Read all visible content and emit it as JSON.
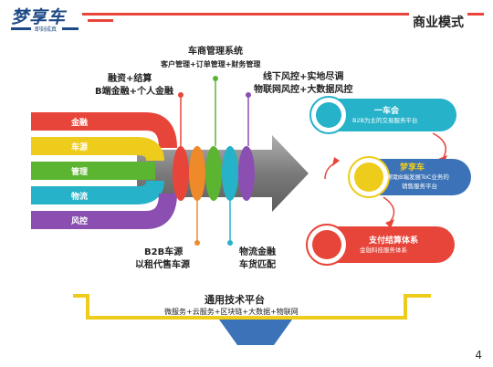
{
  "header": {
    "logo": "梦享车",
    "logo_sub": "即刻成真",
    "title": "商业模式"
  },
  "pipes": [
    "金融",
    "车源",
    "管理",
    "物流",
    "风控"
  ],
  "top_labels": {
    "vehicle_mgmt": {
      "title": "车商管理系统",
      "sub": "客户管理+订单管理+财务管理"
    },
    "finance": {
      "line1": "融资+结算",
      "line2": "B端金融+个人金融"
    },
    "risk": {
      "line1": "线下风控+实地尽调",
      "line2": "物联网风控+大数据风控"
    }
  },
  "bottom_labels": {
    "b2b": {
      "line1": "B2B车源",
      "line2": "以租代售车源"
    },
    "logistics": {
      "line1": "物流金融",
      "line2": "车货匹配"
    }
  },
  "right_items": [
    {
      "title": "一车会",
      "desc": "B2B为主的交易服务平台"
    },
    {
      "title": "梦享车",
      "desc1": "帮助B端发展ToC业务的",
      "desc2": "销售服务平台"
    },
    {
      "title": "支付结算体系",
      "desc": "金融科技服务体系"
    }
  ],
  "platform": {
    "title": "通用技术平台",
    "sub": "微服务+云服务+区块链+大数据+物联网"
  },
  "page_number": "4",
  "colors": {
    "red": "#e8453a",
    "orange": "#ee8a2a",
    "yellow": "#eecc1c",
    "green": "#5cb531",
    "cyan": "#26b2c9",
    "purple": "#8a4fb1",
    "gray": "#8a8a8a",
    "navy": "#1d4a86"
  }
}
